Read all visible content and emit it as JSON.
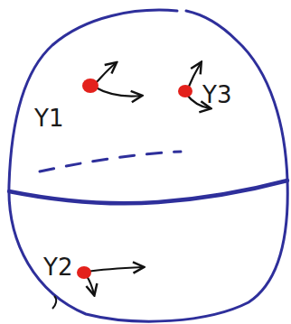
{
  "diagram": {
    "labels": [
      "Y1",
      "Y3",
      "Y2"
    ]
  }
}
